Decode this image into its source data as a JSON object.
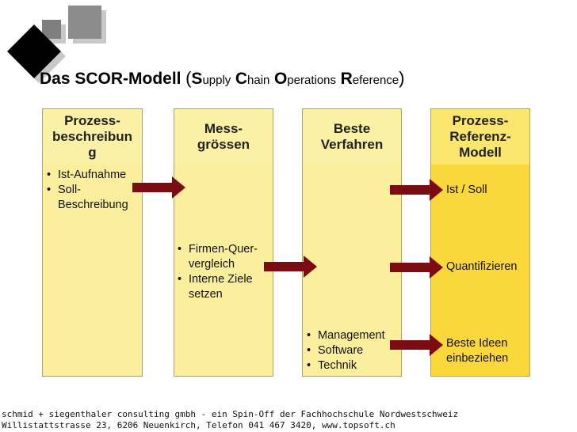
{
  "slide": {
    "title": {
      "main": "Das SCOR-Modell",
      "paren_open": "(",
      "s": "S",
      "s_rest": "upply",
      "c": "C",
      "c_rest": "hain",
      "o": "O",
      "o_rest": "perations",
      "r": "R",
      "r_rest": "eference",
      "paren_close": ")"
    },
    "columns": [
      {
        "heading": "Prozess-beschreibung",
        "heading_lines": [
          "Prozess-",
          "beschreibun",
          "g"
        ],
        "items": [
          "Ist-Aufnahme",
          "Soll-Beschreibung"
        ],
        "item_lines": [
          [
            "Ist-Aufnahme"
          ],
          [
            "Soll-",
            "Beschreibung"
          ]
        ]
      },
      {
        "heading": "Mess-grössen",
        "heading_lines": [
          "Mess-",
          "grössen"
        ],
        "items": [
          "Firmen-Quer-vergleich",
          "Interne Ziele setzen"
        ],
        "item_lines": [
          [
            "Firmen-Quer-",
            "vergleich"
          ],
          [
            "Interne Ziele",
            "setzen"
          ]
        ]
      },
      {
        "heading": "Beste Verfahren",
        "heading_lines": [
          "Beste",
          "Verfahren"
        ],
        "items": [
          "Management",
          "Software",
          "Technik"
        ]
      },
      {
        "heading": "Prozess-Referenz-Modell",
        "heading_lines": [
          "Prozess-",
          "Referenz-",
          "Modell"
        ],
        "entries": [
          "Ist / Soll",
          "Quantifizieren",
          "Beste Ideen einbeziehen"
        ],
        "entry_lines": [
          [
            "Ist / Soll"
          ],
          [
            "Quantifizieren"
          ],
          [
            "Beste Ideen",
            "einbeziehen"
          ]
        ]
      }
    ],
    "colors": {
      "column_fill": "#fbee9c",
      "last_column_fill": "#fad73a",
      "arrow": "#7b0c12"
    },
    "icons": [
      "arrow-right-icon"
    ],
    "footer": {
      "line1": "schmid + siegenthaler consulting gmbh - ein Spin-Off der Fachhochschule Nordwestschweiz",
      "line2": "Willistattstrasse 23, 6206 Neuenkirch, Telefon 041 467 3420, www.topsoft.ch"
    }
  }
}
